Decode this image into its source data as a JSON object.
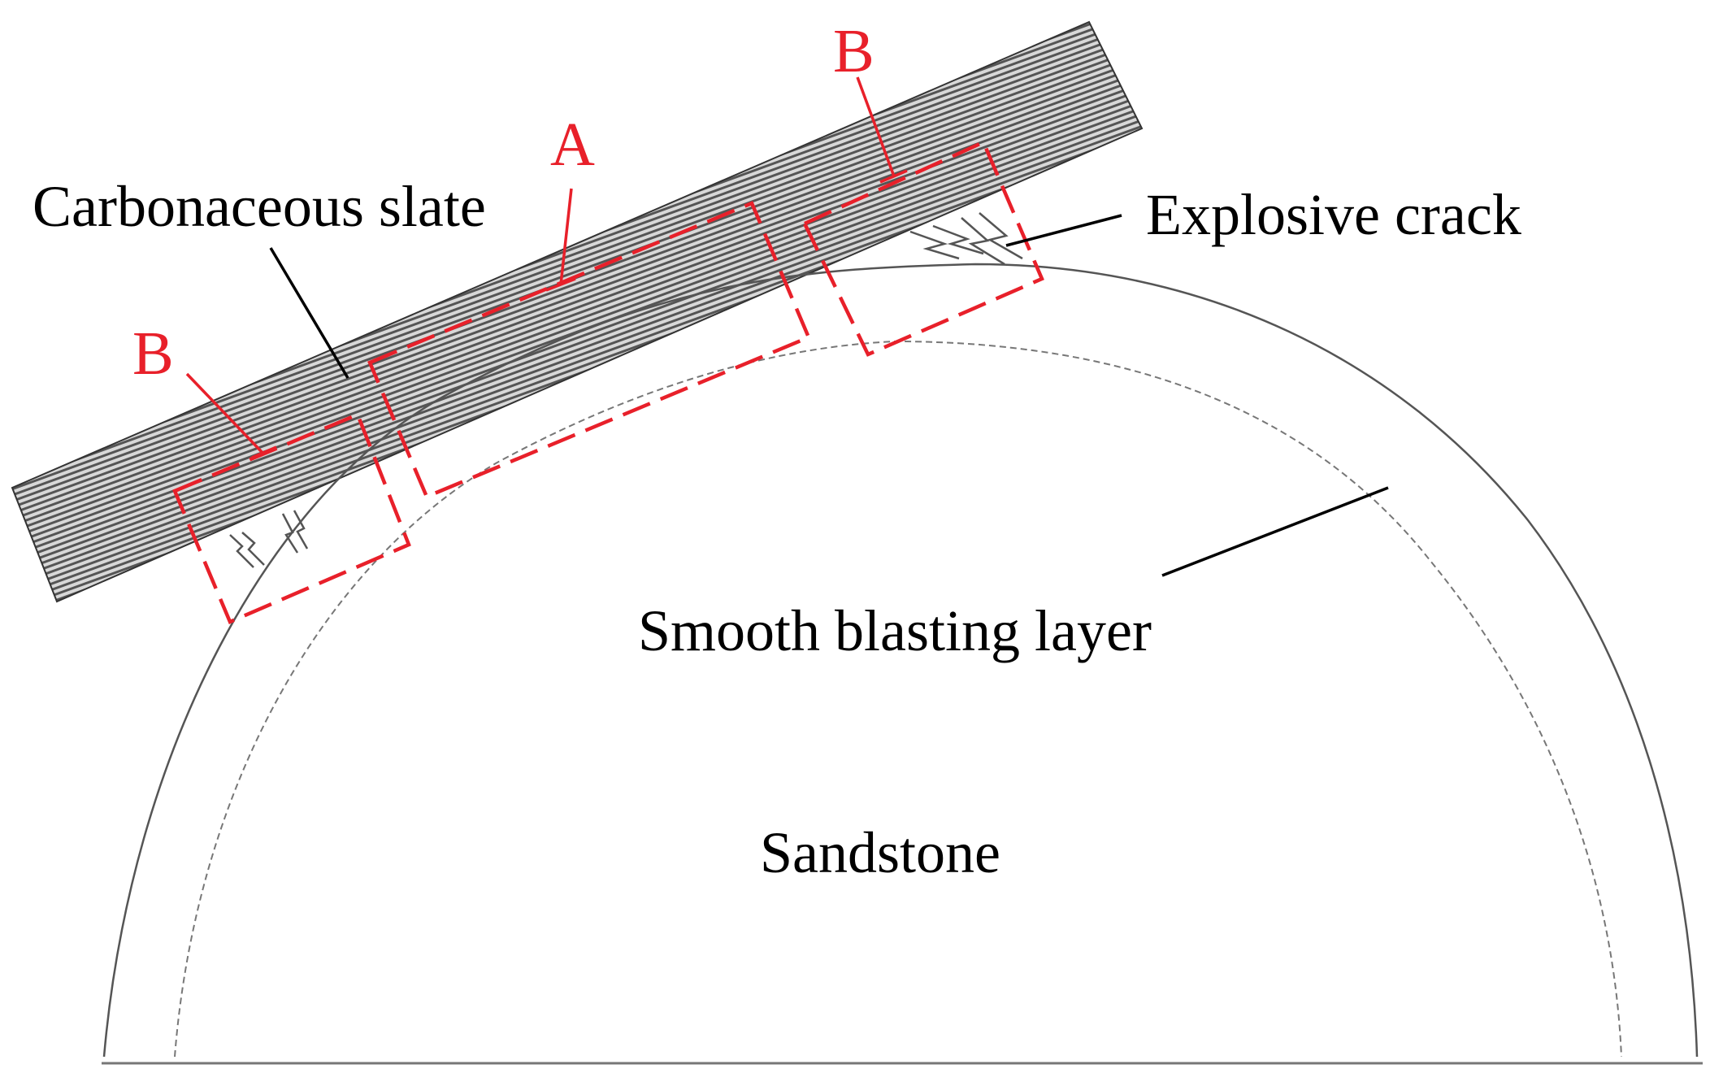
{
  "labels": {
    "carbonaceous_slate": "Carbonaceous slate",
    "explosive_crack": "Explosive crack",
    "smooth_blasting_layer": "Smooth blasting layer",
    "sandstone": "Sandstone",
    "zone_a": "A",
    "zone_b_left": "B",
    "zone_b_right": "B"
  },
  "colors": {
    "zone_outline": "#e8202a",
    "leader_line": "#000000",
    "slate_hatch": "#555555",
    "slate_fill": "#d8d8d8",
    "profile_line": "#555555",
    "text": "#000000"
  },
  "icons": {
    "crack_symbol": "lightning-zigzag-icon"
  }
}
